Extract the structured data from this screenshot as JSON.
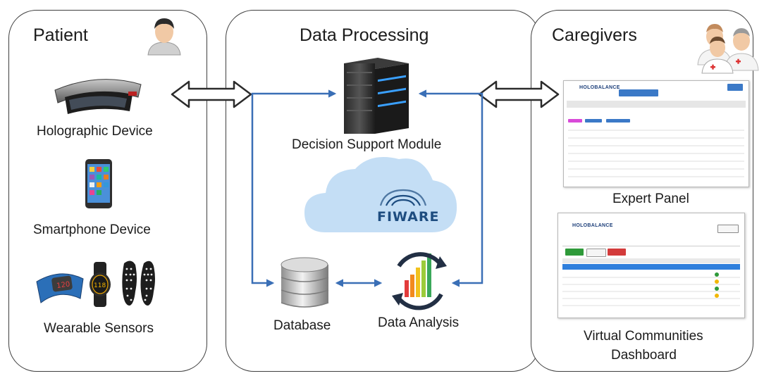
{
  "panels": {
    "patient": {
      "title": "Patient",
      "items": {
        "holographic": "Holographic Device",
        "smartphone": "Smartphone Device",
        "wearables": "Wearable Sensors"
      },
      "wearable_readouts": [
        "120",
        "118"
      ]
    },
    "data_processing": {
      "title": "Data Processing",
      "items": {
        "decision_support": "Decision Support Module",
        "database": "Database",
        "data_analysis": "Data Analysis"
      },
      "cloud_logo": "FIWARE"
    },
    "caregivers": {
      "title": "Caregivers",
      "items": {
        "expert_panel": "Expert Panel",
        "virtual_communities_line1": "Virtual Communities",
        "virtual_communities_line2": "Dashboard"
      },
      "screenshot_brand": "HOLOBALANCE"
    }
  },
  "colors": {
    "panel_border": "#3f3f3f",
    "arrow_blue": "#3a6fb6",
    "cloud": "#c4def5",
    "fiware_blue": "#1e4d80",
    "double_arrow_fill": "#ffffff",
    "double_arrow_stroke": "#2b2b2b"
  },
  "icons": [
    "patient-avatar-icon",
    "holographic-headset-icon",
    "smartphone-icon",
    "armband-sensor-icon",
    "wrist-sensor-icon",
    "insole-sensor-icon",
    "server-icon",
    "cloud-icon",
    "fiware-logo-icon",
    "database-icon",
    "data-analysis-icon",
    "caregivers-avatar-icon"
  ]
}
